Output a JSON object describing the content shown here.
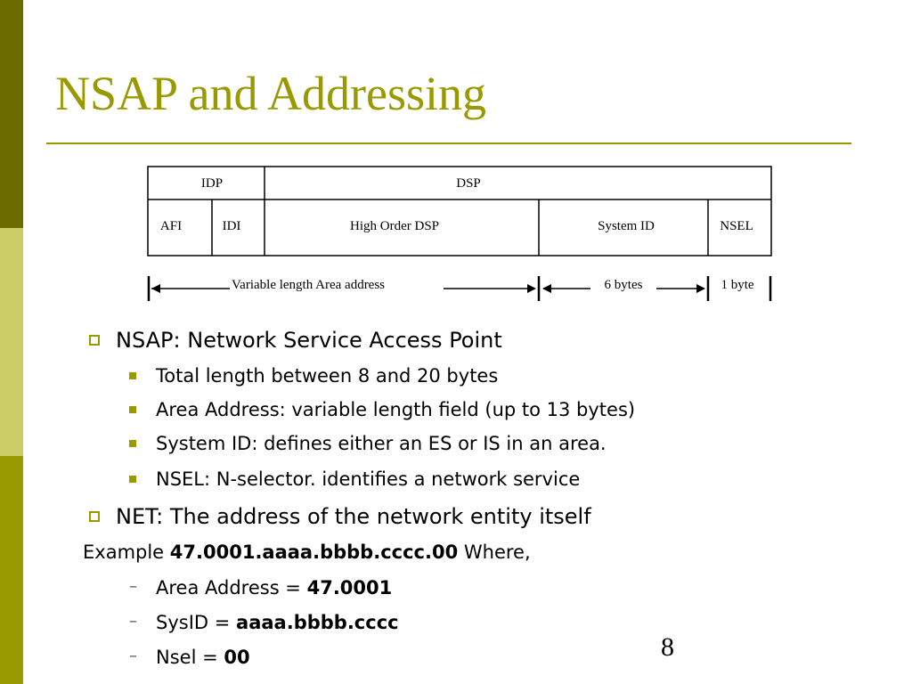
{
  "slide": {
    "title": "NSAP and Addressing",
    "page_number": "8"
  },
  "diagram": {
    "idp": "IDP",
    "dsp": "DSP",
    "afi": "AFI",
    "idi": "IDI",
    "high_order_dsp": "High Order DSP",
    "system_id": "System ID",
    "nsel": "NSEL",
    "variable_length": "Variable length Area address",
    "six_bytes": "6 bytes",
    "one_byte": "1 byte"
  },
  "bullets": {
    "b1": "NSAP: Network Service Access Point",
    "b1_1": "Total length between 8 and 20 bytes",
    "b1_2": "Area Address: variable length field (up to 13 bytes)",
    "b1_3": "System ID: defines either an ES or IS in an area.",
    "b1_4": "NSEL: N-selector. identifies a network service",
    "b2": "NET: The address of the network entity itself"
  },
  "example": {
    "prefix": "Example",
    "value": "47.0001.aaaa.bbbb.cccc.00",
    "suffix": "Where,",
    "dash": "–",
    "area_label": "Area Address =",
    "area_value": "47.0001",
    "sysid_label": "SysID =",
    "sysid_value": "aaaa.bbbb.cccc",
    "nsel_label": "Nsel =",
    "nsel_value": "00"
  }
}
